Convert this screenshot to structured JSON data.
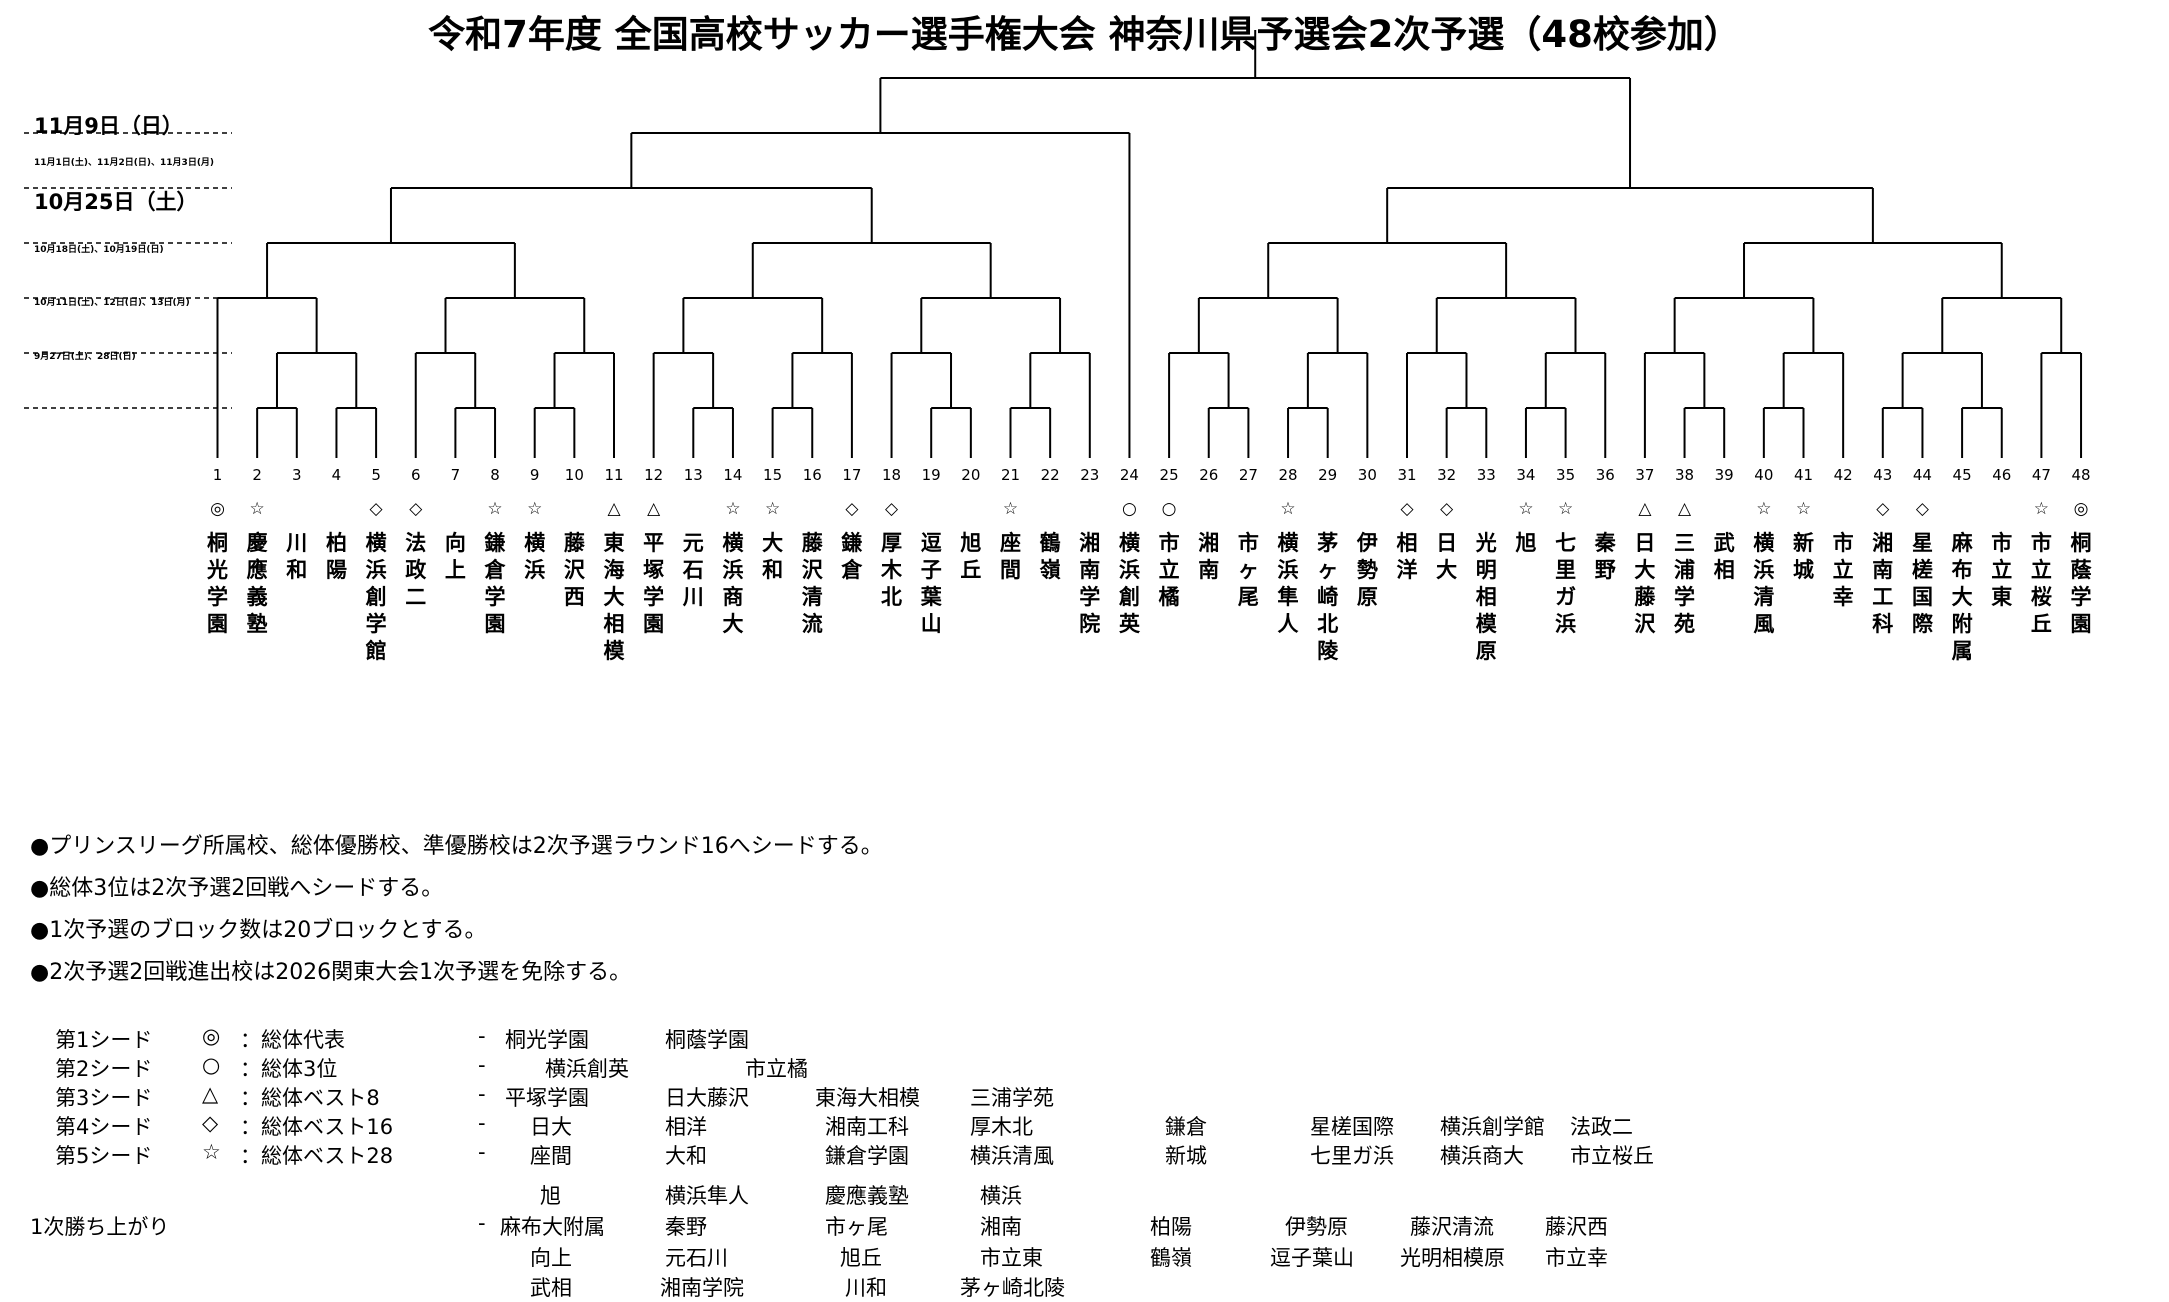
{
  "title": "令和7年度 全国高校サッカー選手権大会 神奈川県予選会2次予選（48校参加）",
  "round_dates": [
    {
      "label": "11月9日（日）",
      "size": "big"
    },
    {
      "label": "11月1日(土)、11月2日(日)、11月3日(月)",
      "size": "small"
    },
    {
      "label": "10月25日（土）",
      "size": "big"
    },
    {
      "label": "10月18日(土)、10月19日(日)",
      "size": "small"
    },
    {
      "label": "10月11日(土)、12日(日)、13日(月)",
      "size": "small"
    },
    {
      "label": "9月27日(土)、28日(日)",
      "size": "small"
    }
  ],
  "entries": [
    {
      "no": "1",
      "mark": "◎",
      "school": "桐光学園"
    },
    {
      "no": "2",
      "mark": "☆",
      "school": "慶應義塾"
    },
    {
      "no": "3",
      "mark": "",
      "school": "川和"
    },
    {
      "no": "4",
      "mark": "",
      "school": "柏陽"
    },
    {
      "no": "5",
      "mark": "◇",
      "school": "横浜創学館"
    },
    {
      "no": "6",
      "mark": "◇",
      "school": "法政二"
    },
    {
      "no": "7",
      "mark": "",
      "school": "向上"
    },
    {
      "no": "8",
      "mark": "☆",
      "school": "鎌倉学園"
    },
    {
      "no": "9",
      "mark": "☆",
      "school": "横浜"
    },
    {
      "no": "10",
      "mark": "",
      "school": "藤沢西"
    },
    {
      "no": "11",
      "mark": "△",
      "school": "東海大相模"
    },
    {
      "no": "12",
      "mark": "△",
      "school": "平塚学園"
    },
    {
      "no": "13",
      "mark": "",
      "school": "元石川"
    },
    {
      "no": "14",
      "mark": "☆",
      "school": "横浜商大"
    },
    {
      "no": "15",
      "mark": "☆",
      "school": "大和"
    },
    {
      "no": "16",
      "mark": "",
      "school": "藤沢清流"
    },
    {
      "no": "17",
      "mark": "◇",
      "school": "鎌倉"
    },
    {
      "no": "18",
      "mark": "◇",
      "school": "厚木北"
    },
    {
      "no": "19",
      "mark": "",
      "school": "逗子葉山"
    },
    {
      "no": "20",
      "mark": "",
      "school": "旭丘"
    },
    {
      "no": "21",
      "mark": "☆",
      "school": "座間"
    },
    {
      "no": "22",
      "mark": "",
      "school": "鶴嶺"
    },
    {
      "no": "23",
      "mark": "",
      "school": "湘南学院"
    },
    {
      "no": "24",
      "mark": "○",
      "school": "横浜創英"
    },
    {
      "no": "25",
      "mark": "○",
      "school": "市立橘"
    },
    {
      "no": "26",
      "mark": "",
      "school": "湘南"
    },
    {
      "no": "27",
      "mark": "",
      "school": "市ヶ尾"
    },
    {
      "no": "28",
      "mark": "☆",
      "school": "横浜隼人"
    },
    {
      "no": "29",
      "mark": "",
      "school": "茅ヶ崎北陵"
    },
    {
      "no": "30",
      "mark": "",
      "school": "伊勢原"
    },
    {
      "no": "31",
      "mark": "◇",
      "school": "相洋"
    },
    {
      "no": "32",
      "mark": "◇",
      "school": "日大"
    },
    {
      "no": "33",
      "mark": "",
      "school": "光明相模原"
    },
    {
      "no": "34",
      "mark": "☆",
      "school": "旭"
    },
    {
      "no": "35",
      "mark": "☆",
      "school": "七里ガ浜"
    },
    {
      "no": "36",
      "mark": "",
      "school": "秦野"
    },
    {
      "no": "37",
      "mark": "△",
      "school": "日大藤沢"
    },
    {
      "no": "38",
      "mark": "△",
      "school": "三浦学苑"
    },
    {
      "no": "39",
      "mark": "",
      "school": "武相"
    },
    {
      "no": "40",
      "mark": "☆",
      "school": "横浜清風"
    },
    {
      "no": "41",
      "mark": "☆",
      "school": "新城"
    },
    {
      "no": "42",
      "mark": "",
      "school": "市立幸"
    },
    {
      "no": "43",
      "mark": "◇",
      "school": "湘南工科"
    },
    {
      "no": "44",
      "mark": "◇",
      "school": "星槎国際"
    },
    {
      "no": "45",
      "mark": "",
      "school": "麻布大附属"
    },
    {
      "no": "46",
      "mark": "",
      "school": "市立東"
    },
    {
      "no": "47",
      "mark": "☆",
      "school": "市立桜丘"
    },
    {
      "no": "48",
      "mark": "◎",
      "school": "桐蔭学園"
    }
  ],
  "rules": [
    "●プリンスリーグ所属校、総体優勝校、準優勝校は2次予選ラウンド16へシードする。",
    "●総体3位は2次予選2回戦へシードする。",
    "●1次予選のブロック数は20ブロックとする。",
    "●2次予選2回戦進出校は2026関東大会1次予選を免除する。"
  ],
  "legend": [
    {
      "label": "第1シード",
      "mark": "◎",
      "desc": "：総体代表",
      "dash": "-",
      "schools": [
        "桐光学園",
        "桐蔭学園"
      ]
    },
    {
      "label": "第2シード",
      "mark": "○",
      "desc": "：総体3位",
      "dash": "-",
      "schools": [
        "横浜創英",
        "市立橘"
      ]
    },
    {
      "label": "第3シード",
      "mark": "△",
      "desc": "：総体ベスト8",
      "dash": "-",
      "schools": [
        "平塚学園",
        "日大藤沢",
        "東海大相模",
        "三浦学苑"
      ]
    },
    {
      "label": "第4シード",
      "mark": "◇",
      "desc": "：総体ベスト16",
      "dash": "-",
      "schools": [
        "日大",
        "相洋",
        "湘南工科",
        "厚木北",
        "鎌倉",
        "星槎国際",
        "横浜創学館",
        "法政二"
      ]
    },
    {
      "label": "第5シード",
      "mark": "☆",
      "desc": "：総体ベスト28",
      "dash": "-",
      "schools": [
        "座間",
        "大和",
        "鎌倉学園",
        "横浜清風",
        "新城",
        "七里ガ浜",
        "横浜商大",
        "市立桜丘"
      ]
    },
    {
      "label": "",
      "mark": "",
      "desc": "",
      "dash": "",
      "schools": [
        "旭",
        "横浜隼人",
        "慶應義塾",
        "横浜"
      ]
    },
    {
      "label": "1次勝ち上がり",
      "mark": "",
      "desc": "",
      "dash": "-",
      "schools": [
        "麻布大附属",
        "秦野",
        "市ヶ尾",
        "湘南",
        "柏陽",
        "伊勢原",
        "藤沢清流",
        "藤沢西"
      ]
    },
    {
      "label": "",
      "mark": "",
      "desc": "",
      "dash": "",
      "schools": [
        "向上",
        "元石川",
        "旭丘",
        "市立東",
        "鶴嶺",
        "逗子葉山",
        "光明相模原",
        "市立幸"
      ]
    },
    {
      "label": "",
      "mark": "",
      "desc": "",
      "dash": "",
      "schools": [
        "武相",
        "湘南学院",
        "川和",
        "茅ヶ崎北陵"
      ]
    }
  ]
}
